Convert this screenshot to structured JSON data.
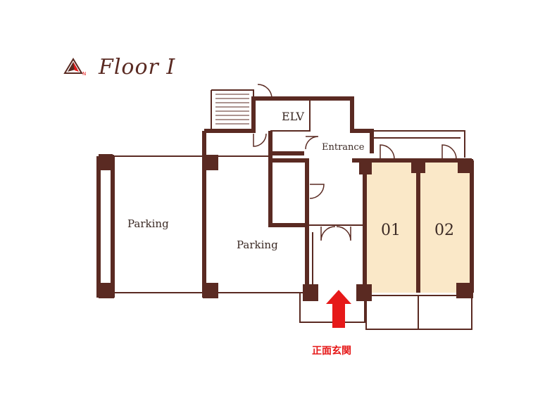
{
  "floor_title": "Floor I",
  "icons": {
    "north": "compass-north-icon"
  },
  "rooms": {
    "parking_left": "Parking",
    "parking_center": "Parking",
    "elevator": "ELV",
    "entrance": "Entrance",
    "unit_01": "01",
    "unit_02": "02"
  },
  "main_entrance_label": "正面玄関",
  "colors": {
    "wall": "#5a2a22",
    "unit_fill": "#fae8c8",
    "arrow": "#e61919"
  }
}
